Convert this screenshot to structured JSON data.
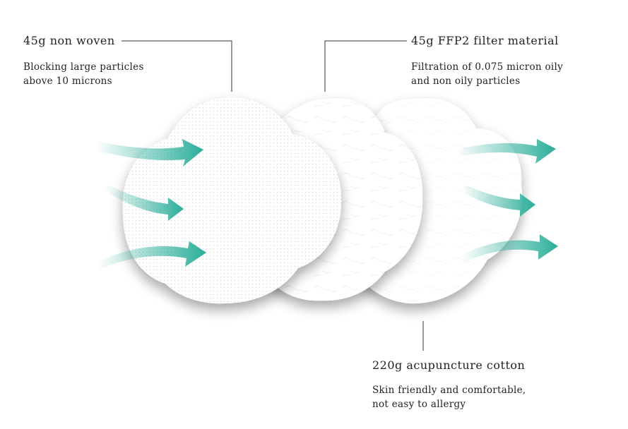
{
  "layers": [
    {
      "title": "45g non woven",
      "description": [
        "Blocking large particles",
        "above 10 microns"
      ]
    },
    {
      "title": "45g FFP2 filter material",
      "description": [
        "Filtration of 0.075 micron oily",
        "and non oily particles"
      ]
    },
    {
      "title": "220g acupuncture cotton",
      "description": [
        "Skin friendly and comfortable,",
        "not easy to allergy"
      ]
    }
  ],
  "colors": {
    "arrow": "#2bae9a",
    "line": "#333333",
    "layer_fill": "#ffffff"
  }
}
